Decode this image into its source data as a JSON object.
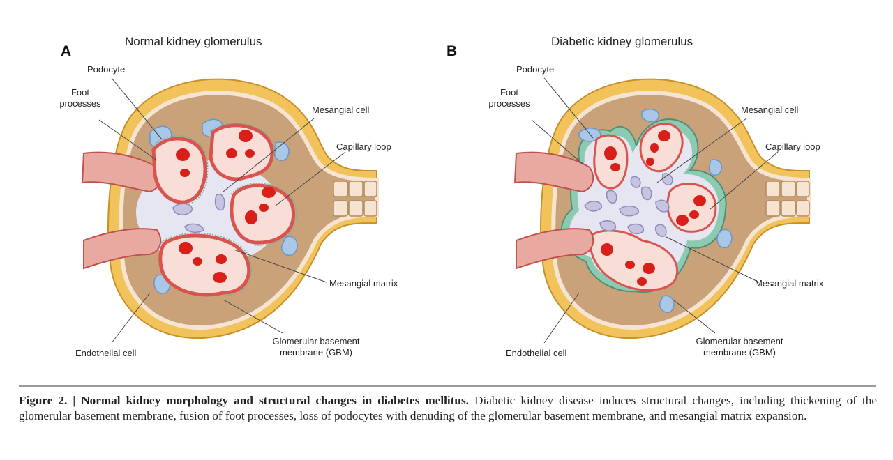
{
  "panels": [
    {
      "letter": "A",
      "title": "Normal kidney glomerulus",
      "labels": {
        "podocyte": "Podocyte",
        "foot_processes_1": "Foot",
        "foot_processes_2": "processes",
        "mesangial_cell": "Mesangial cell",
        "capillary_loop": "Capillary loop",
        "mesangial_matrix": "Mesangial matrix",
        "endothelial_cell": "Endothelial cell",
        "gbm_1": "Glomerular basement",
        "gbm_2": "membrane (GBM)"
      }
    },
    {
      "letter": "B",
      "title": "Diabetic kidney glomerulus",
      "labels": {
        "podocyte": "Podocyte",
        "foot_processes_1": "Foot",
        "foot_processes_2": "processes",
        "mesangial_cell": "Mesangial cell",
        "capillary_loop": "Capillary loop",
        "mesangial_matrix": "Mesangial matrix",
        "endothelial_cell": "Endothelial cell",
        "gbm_1": "Glomerular basement",
        "gbm_2": "membrane (GBM)"
      }
    }
  ],
  "caption": {
    "figure_number": "Figure 2. |",
    "title": "Normal kidney morphology and structural changes in diabetes mellitus.",
    "body": "Diabetic kidney disease induces structural changes, including thickening of the glomerular basement membrane, fusion of foot processes, loss of podocytes with denuding of the glomerular basement membrane, and mesangial matrix expansion."
  },
  "colors": {
    "bowman_capsule": "#f2c35a",
    "capsule_outline": "#c8902a",
    "urinary_space": "#c9a27a",
    "epithelium": "#f6e4d2",
    "mesangium": "#e6e6f2",
    "mesangial_cell": "#c6c4e0",
    "podocyte": "#a9c8e8",
    "capillary": "#f5c9c3",
    "capillary_wall": "#d9534f",
    "rbc": "#d91f1a",
    "gbm_normal": "#6fb59a",
    "gbm_thick": "#8ccbb1",
    "arteriole": "#e8a9a0"
  }
}
